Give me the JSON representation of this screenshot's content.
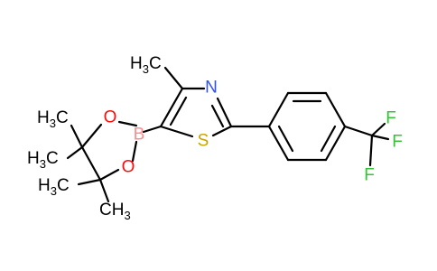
{
  "molecule": {
    "colors": {
      "carbon": "#000000",
      "nitrogen": "#3050F8",
      "sulfur": "#C6A400",
      "oxygen": "#FF0D0D",
      "boron": "#FF8C8C",
      "fluorine": "#33C433"
    },
    "atoms": {
      "n3": "N",
      "s1": "S",
      "b": "B",
      "o1": "O",
      "o2": "O",
      "f1": "F",
      "f2": "F",
      "f3": "F"
    },
    "methyl": {
      "h": "H",
      "c": "C",
      "sub": "3"
    }
  }
}
